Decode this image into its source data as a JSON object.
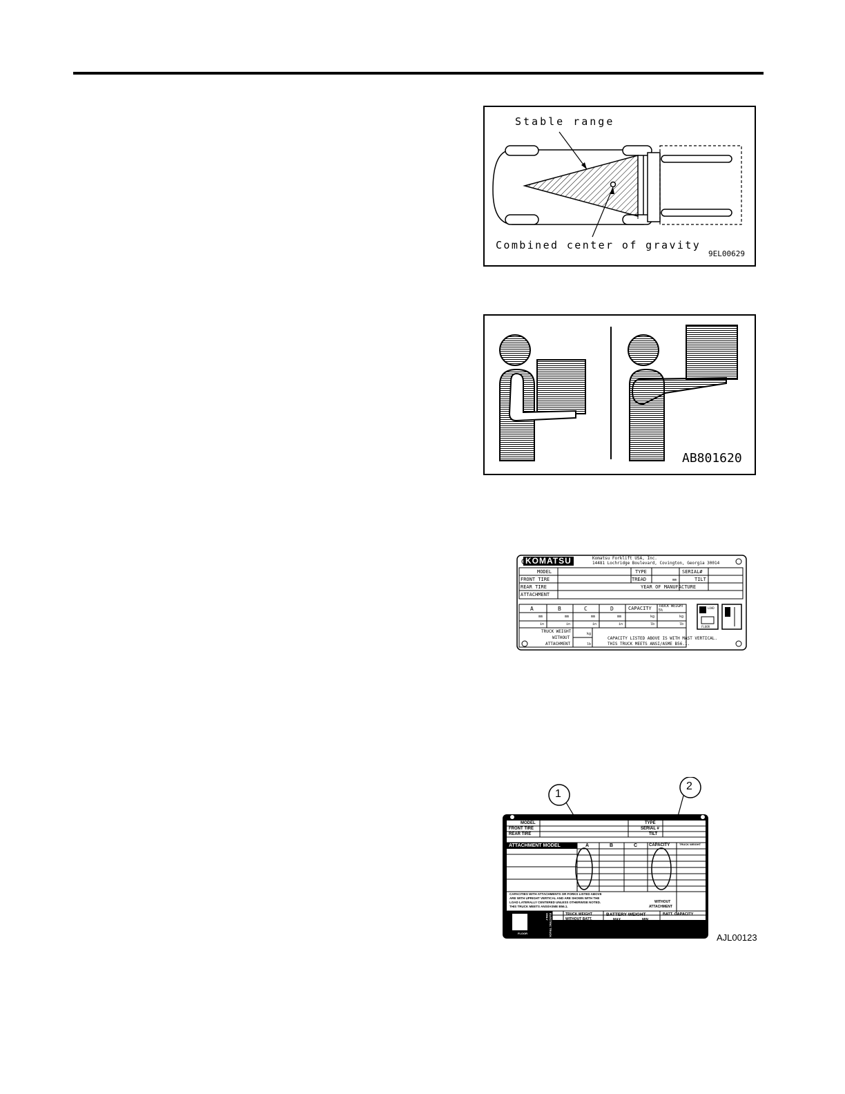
{
  "figure1": {
    "label_stable": "Stable range",
    "label_cog": "Combined center of gravity",
    "code": "9EL00629"
  },
  "figure2": {
    "code": "AB801620"
  },
  "plate1": {
    "brand": "KOMATSU",
    "company": "Komatsu Forklift USA, Inc.",
    "address": "14481 Lochridge Boulevard, Covington, Georgia 30014",
    "model": "MODEL",
    "type": "TYPE",
    "serial": "SERIAL#",
    "front_tire": "FRONT TIRE",
    "tread": "TREAD",
    "mm": "mm",
    "tilt": "TILT",
    "rear_tire": "REAR TIRE",
    "year": "YEAR OF MANUFACTURE",
    "attachment": "ATTACHMENT",
    "col_a": "A",
    "col_b": "B",
    "col_c": "C",
    "col_d": "D",
    "capacity": "CAPACITY",
    "truck_weight_short": "TRUCK WEIGHT 5%",
    "kg": "kg",
    "lb": "lb",
    "in": "in",
    "tw1": "TRUCK WEIGHT",
    "tw2": "WITHOUT",
    "tw3": "ATTACHMENT",
    "note1": "CAPACITY LISTED ABOVE IS WITH MAST VERTICAL.",
    "note2": "THIS TRUCK MEETS ANSI/ASME B56.1.",
    "load": "LOAD",
    "floor": "FLOOR"
  },
  "plate2": {
    "callout1": "1",
    "callout2": "2",
    "model": "MODEL",
    "type": "TYPE",
    "front_tire": "FRONT TIRE",
    "serial": "SERIAL #",
    "rear_tire": "REAR TIRE",
    "tilt": "TILT",
    "attachment_model": "ATTACHMENT MODEL",
    "col_a": "A",
    "col_b": "B",
    "col_c": "C",
    "capacity": "CAPACITY",
    "truck_weight": "TRUCK WEIGHT",
    "note1": "CAPACITIES WITH ATTACHMENTS OR FORKS LISTED ABOVE",
    "note2": "ARE WITH UPRIGHT VERTICAL AND ARE SHOWN WITH THE",
    "note3": "LOAD LATERALLY CENTERED UNLESS OTHERWISE NOTED.",
    "note4": "THIS TRUCK MEETS ANSI/ASME B56.1.",
    "tw_without": "WITHOUT",
    "tw_attachment": "ATTACHMENT",
    "electric": "ELECTRIC TRUCK ONLY",
    "tw_batt1": "TRUCK WEIGHT",
    "tw_batt2": "WITHOUT BATT.",
    "battery_weight": "BATTERY WEIGHT",
    "max": "MAX",
    "min": "MIN",
    "batt_capacity": "BATT. CAPACITY",
    "floor": "FLOOR",
    "code": "AJL00123"
  }
}
